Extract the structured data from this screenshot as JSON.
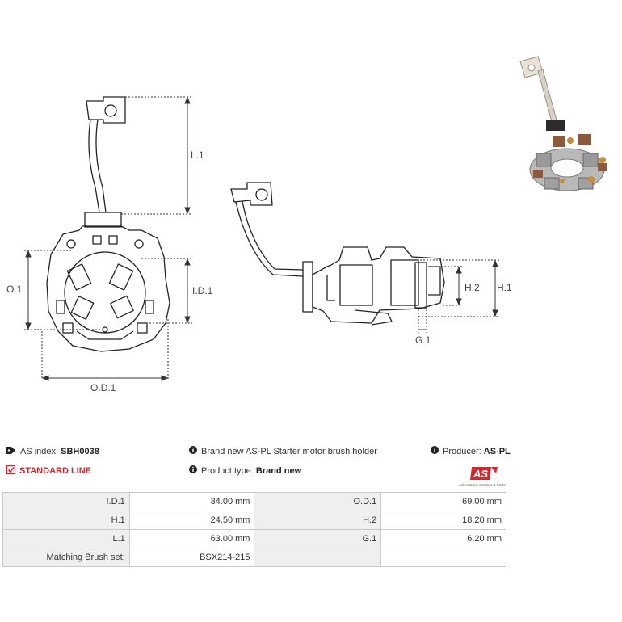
{
  "diagram_labels": {
    "l1": "L.1",
    "o1": "O.1",
    "id1": "I.D.1",
    "od1": "O.D.1",
    "h2": "H.2",
    "h1": "H.1",
    "g1": "G.1"
  },
  "info": {
    "as_index_label": "AS index:",
    "as_index_value": "SBH0038",
    "line": "STANDARD LINE",
    "description": "Brand new AS-PL Starter motor brush holder",
    "producer_label": "Producer:",
    "producer_value": "AS-PL",
    "product_type_label": "Product type:",
    "product_type_value": "Brand new"
  },
  "logo": {
    "text": "AS",
    "tagline": "Alternators, Starters & Parts",
    "color": "#d7262b"
  },
  "specs": [
    {
      "l1": "I.D.1",
      "v1": "34.00 mm",
      "l2": "O.D.1",
      "v2": "69.00 mm"
    },
    {
      "l1": "H.1",
      "v1": "24.50 mm",
      "l2": "H.2",
      "v2": "18.20 mm"
    },
    {
      "l1": "L.1",
      "v1": "63.00 mm",
      "l2": "G.1",
      "v2": "6.20 mm"
    },
    {
      "l1": "Matching Brush set:",
      "v1": "BSX214-215",
      "l2": "",
      "v2": ""
    }
  ],
  "icons": {
    "as_index": "tag-icon",
    "line": "check-square-icon",
    "description": "info-circle-icon",
    "producer": "info-circle-icon",
    "product_type": "info-circle-icon"
  }
}
